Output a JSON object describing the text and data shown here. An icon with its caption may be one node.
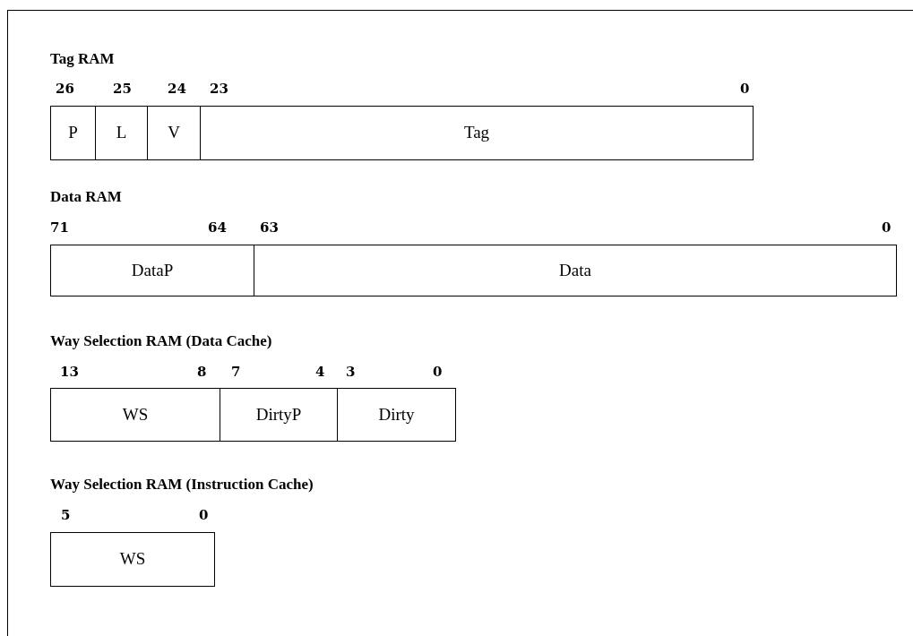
{
  "diagram": {
    "nodes": [
      {
        "text": [
          "P"
        ]
      },
      {
        "text": [
          "L"
        ]
      },
      {
        "text": [
          "V"
        ]
      },
      {
        "text": [
          "Tag"
        ]
      },
      {
        "text": [
          "DataP"
        ]
      },
      {
        "text": [
          "Data"
        ]
      },
      {
        "text": [
          "WS"
        ]
      },
      {
        "text": [
          "DirtyP"
        ]
      },
      {
        "text": [
          "Dirty"
        ]
      },
      {
        "text": [
          "WS"
        ]
      }
    ],
    "labels": [
      "Tag RAM",
      "26",
      "25",
      "24",
      "23",
      "0",
      "Data RAM",
      "71",
      "64",
      "63",
      "0",
      "Way Selection RAM (Data Cache)",
      "13",
      "8",
      "7",
      "4",
      "3",
      "0",
      "Way Selection RAM (Instruction Cache)",
      "5",
      "0"
    ]
  }
}
